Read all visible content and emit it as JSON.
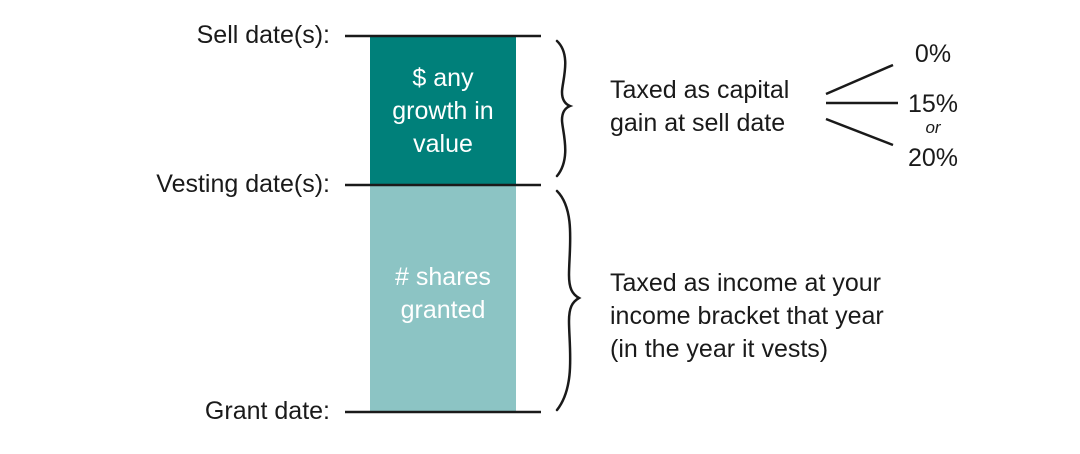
{
  "date_labels": {
    "sell": "Sell date(s):",
    "vesting": "Vesting date(s):",
    "grant": "Grant date:"
  },
  "blocks": {
    "growth": {
      "lines": [
        "$ any",
        "growth in",
        "value"
      ],
      "color": "#00807a"
    },
    "shares": {
      "lines": [
        "# shares",
        "granted"
      ],
      "color": "#8cc4c4"
    }
  },
  "descriptions": {
    "capital_gain": [
      "Taxed as capital",
      "gain at sell date"
    ],
    "income": [
      "Taxed as income at your",
      "income bracket that year",
      "(in the year it vests)"
    ]
  },
  "rates": {
    "low": "0%",
    "mid": "15%",
    "or": "or",
    "high": "20%"
  },
  "colors": {
    "line": "#1a1a1a",
    "background": "#ffffff"
  }
}
